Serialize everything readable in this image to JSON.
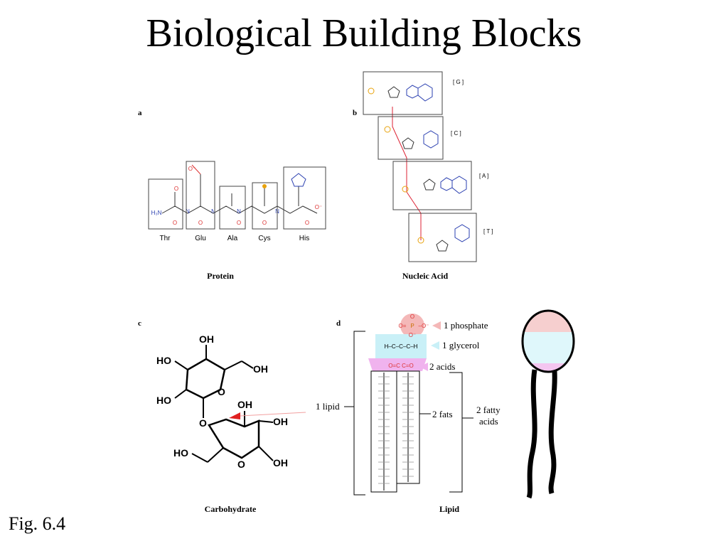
{
  "slide": {
    "title": "Biological Building Blocks",
    "figure_label": "Fig. 6.4"
  },
  "panel_a": {
    "letter": "a",
    "caption": "Protein",
    "amino_acids": [
      "Thr",
      "Glu",
      "Ala",
      "Cys",
      "His"
    ]
  },
  "panel_b": {
    "letter": "b",
    "caption": "Nucleic Acid",
    "bases": [
      "G",
      "C",
      "A",
      "T"
    ]
  },
  "panel_c": {
    "letter": "c",
    "caption": "Carbohydrate",
    "groups": [
      "OH",
      "HO",
      "OH",
      "HO",
      "O",
      "O",
      "OH",
      "OH",
      "HO",
      "O",
      "OH"
    ]
  },
  "panel_d": {
    "letter": "d",
    "caption": "Lipid",
    "labels": {
      "phosphate": "1 phosphate",
      "glycerol": "1 glycerol",
      "acids": "2 acids",
      "lipid": "1 lipid",
      "fats": "2 fats",
      "fatty_acids_line1": "2 fatty",
      "fatty_acids_line2": "acids"
    },
    "colors": {
      "phosphate": "#f4b8b8",
      "glycerol": "#c9f0f7",
      "acids": "#f0b3ee"
    }
  },
  "lipid_icon": {
    "colors": {
      "head_top": "#f6cfcf",
      "head_mid": "#dff7fb",
      "head_bottom": "#f4c6f0",
      "tails": "#000000"
    }
  }
}
